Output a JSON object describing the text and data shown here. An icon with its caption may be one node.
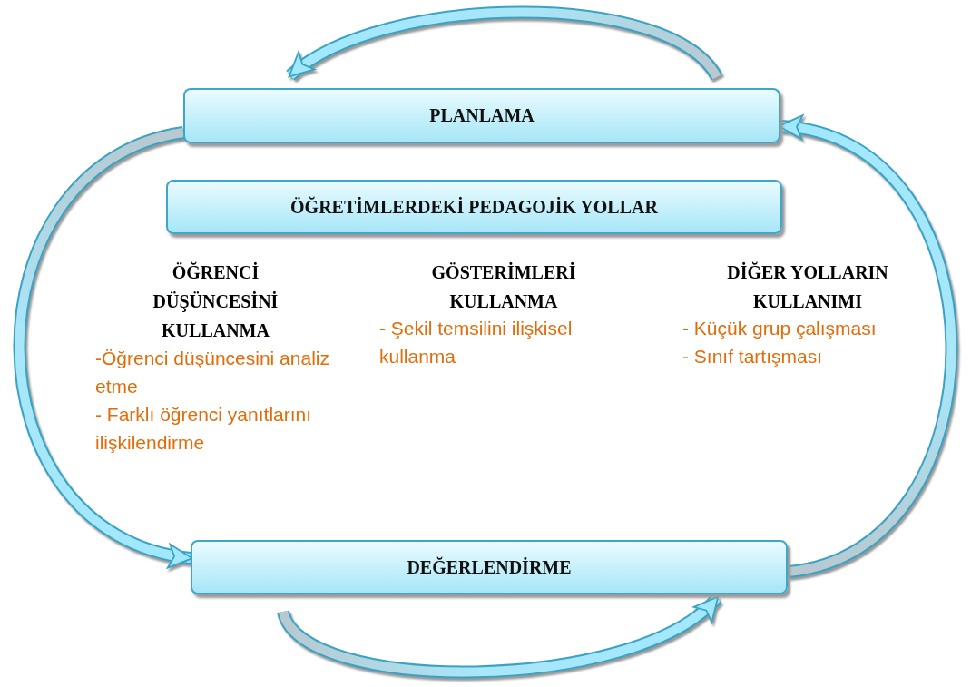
{
  "diagram": {
    "nodes": [
      {
        "text": [
          "PLANLAMA"
        ]
      },
      {
        "text": [
          "ÖĞRETİMLERDEKİ PEDAGOJİK YOLLAR"
        ]
      },
      {
        "text": [
          "DEĞERLENDİRME"
        ]
      }
    ],
    "edges": [
      {
        "from": null,
        "to": 0,
        "arrow": "to"
      },
      {
        "from": 0,
        "to": 2,
        "arrow": "to"
      },
      {
        "from": 2,
        "to": 0,
        "arrow": "to"
      },
      {
        "from": null,
        "to": 2,
        "arrow": "to"
      }
    ],
    "labels": [
      "ÖĞRENCİ DÜŞÜNCESİNİ KULLANMA",
      "-Öğrenci düşüncesini analiz etme",
      "- Farklı öğrenci yanıtlarını ilişkilendirme",
      "GÖSTERİMLERİ KULLANMA",
      "- Şekil temsilini ilişkisel kullanma",
      "DİĞER YOLLARIN KULLANIMI",
      "- Küçük grup çalışması",
      "- Sınıf tartışması"
    ]
  }
}
